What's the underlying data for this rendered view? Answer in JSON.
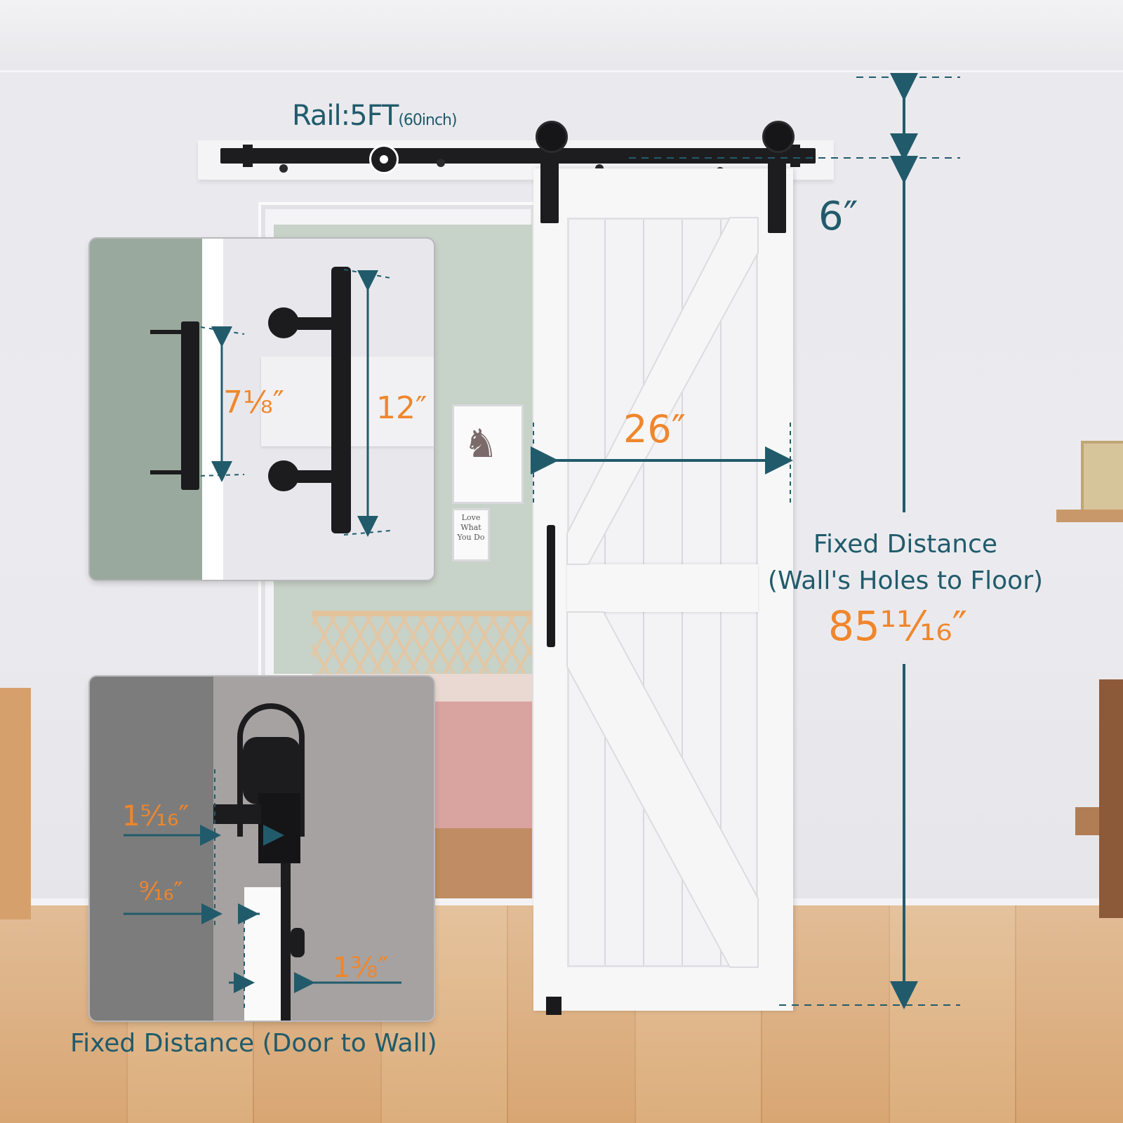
{
  "rail_label": {
    "main": "Rail:5FT",
    "sub": "(60inch)"
  },
  "dimensions": {
    "header_height": "6″",
    "door_width": "26″",
    "wall_to_floor_title_line1": "Fixed Distance",
    "wall_to_floor_title_line2": "(Wall's Holes to Floor)",
    "wall_to_floor_value": "85¹¹⁄₁₆″",
    "pull_handle_span": "7⅛″",
    "bar_handle_length": "12″",
    "hanger_offset": "1⁵⁄₁₆″",
    "spacer_gap": "⁹⁄₁₆″",
    "door_thickness": "1⅜″",
    "door_to_wall_title": "Fixed Distance (Door to Wall)"
  },
  "wall_art": {
    "quote": "Love What You Do"
  },
  "colors": {
    "teal": "#215b6b",
    "orange": "#f0862b",
    "hardware": "#1d1d1f"
  },
  "icons": [
    "horse-art-icon",
    "rail-hole-marker-icon"
  ]
}
